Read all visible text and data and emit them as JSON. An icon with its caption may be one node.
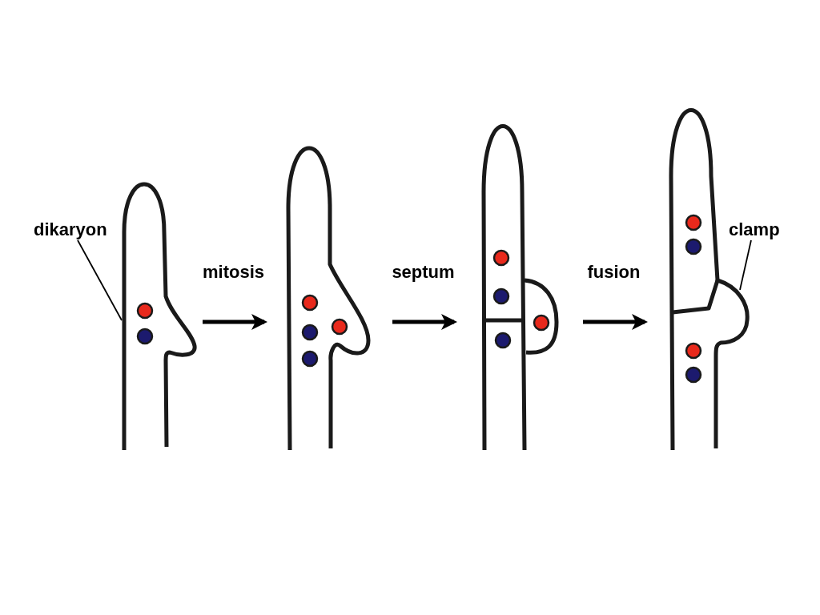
{
  "diagram": {
    "nodes": [
      {
        "text": [],
        "shape": "picture"
      },
      {
        "text": [],
        "shape": "picture"
      },
      {
        "text": [],
        "shape": "picture"
      },
      {
        "text": [],
        "shape": "picture"
      },
      {
        "text": [
          "dikaryon"
        ]
      },
      {
        "text": [
          "clamp"
        ]
      }
    ],
    "edges": [
      {
        "from": 0,
        "to": 1,
        "arrow": "to",
        "label": "mitosis"
      },
      {
        "from": 1,
        "to": 2,
        "arrow": "to",
        "label": "septum"
      },
      {
        "from": 2,
        "to": 3,
        "arrow": "to",
        "label": "fusion"
      },
      {
        "from": 4,
        "to": 0,
        "arrow": "none"
      },
      {
        "from": 5,
        "to": 3,
        "arrow": "none"
      }
    ]
  }
}
